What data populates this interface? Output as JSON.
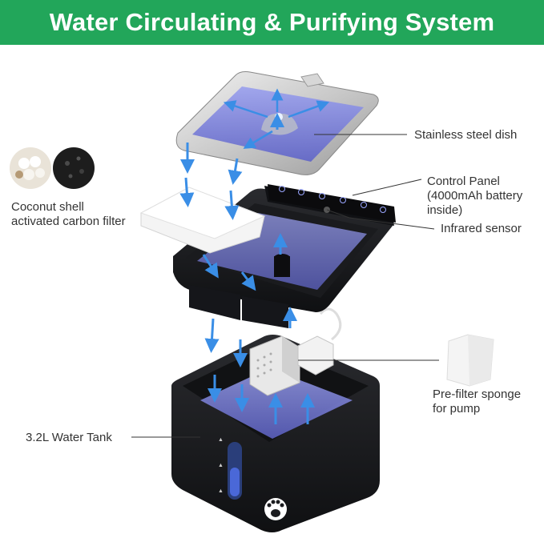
{
  "header": {
    "title": "Water Circulating & Purifying System",
    "background": "#22a65a"
  },
  "labels": {
    "steel_dish": "Stainless steel dish",
    "control_panel_1": "Control Panel",
    "control_panel_2": "(4000mAh battery",
    "control_panel_3": "inside)",
    "infrared": "Infrared sensor",
    "coconut_1": "Coconut shell",
    "coconut_2": "activated carbon filter",
    "prefilter_1": "Pre-filter sponge",
    "prefilter_2": "for pump",
    "tank": "3.2L Water Tank"
  },
  "colors": {
    "arrow": "#3a8ee6",
    "water": "#7d82e0",
    "body": "#1b1c1f"
  },
  "icons": [
    "paw-print-icon",
    "water-level-window",
    "arrow-down-icon",
    "arrow-up-icon"
  ]
}
